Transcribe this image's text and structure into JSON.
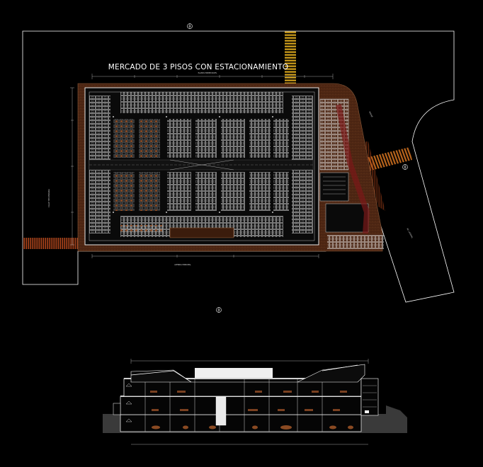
{
  "drawing": {
    "title": "MERCADO DE 3 PISOS CON ESTACIONAMIENTO",
    "subtitle": "PLANTA PRIMER NIVEL",
    "street_bottom": "AVENIDA PRINCIPAL",
    "street_left": "CALLE SECUNDARIA",
    "street_right_upper": "PASAJE",
    "street_right_lower": "AV. LATERAL"
  },
  "colors": {
    "background": "#000000",
    "site_line": "#ffffff",
    "paving": "#5a2e14",
    "stall_line": "#e8e8e8",
    "crosswalk": "#d4a21c",
    "crosswalk_red": "#a83a1a",
    "dim_line": "#c8c8c8"
  }
}
